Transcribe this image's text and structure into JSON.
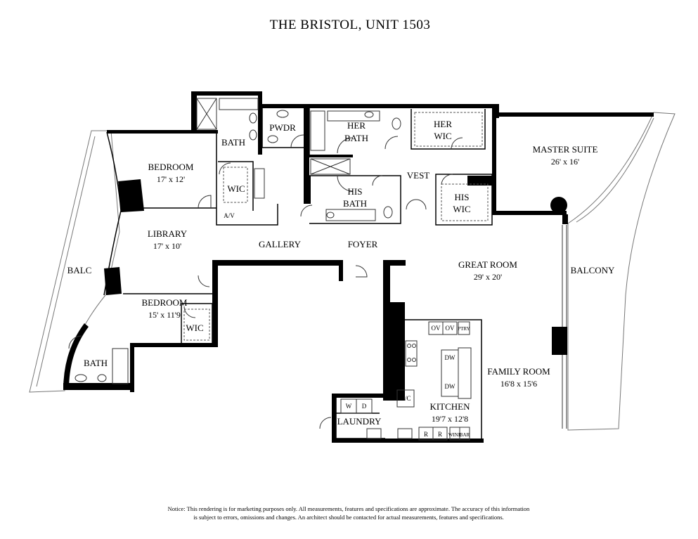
{
  "title": "THE BRISTOL,  UNIT 1503",
  "rooms": {
    "bedroom1": {
      "name": "BEDROOM",
      "dim": "17' x 12'"
    },
    "bath1": {
      "name": "BATH"
    },
    "wic1": {
      "name": "WIC"
    },
    "av": {
      "name": "A/V"
    },
    "pwdr": {
      "name": "PWDR"
    },
    "her_bath": {
      "name": "HER",
      "name2": "BATH"
    },
    "her_wic": {
      "name": "HER",
      "name2": "WIC"
    },
    "master": {
      "name": "MASTER SUITE",
      "dim": "26' x 16'"
    },
    "vest": {
      "name": "VEST"
    },
    "his_bath": {
      "name": "HIS",
      "name2": "BATH"
    },
    "his_wic": {
      "name": "HIS",
      "name2": "WIC"
    },
    "library": {
      "name": "LIBRARY",
      "dim": "17' x 10'"
    },
    "gallery": {
      "name": "GALLERY"
    },
    "foyer": {
      "name": "FOYER"
    },
    "great_room": {
      "name": "GREAT ROOM",
      "dim": "29' x 20'"
    },
    "balcony": {
      "name": "BALCONY"
    },
    "balc": {
      "name": "BALC"
    },
    "bedroom2": {
      "name": "BEDROOM",
      "dim": "15' x 11'9"
    },
    "wic2": {
      "name": "WIC"
    },
    "bath2": {
      "name": "BATH"
    },
    "family": {
      "name": "FAMILY ROOM",
      "dim": "16'8 x 15'6"
    },
    "kitchen": {
      "name": "KITCHEN",
      "dim": "19'7 x 12'8"
    },
    "laundry": {
      "name": "LAUNDRY"
    },
    "ac": {
      "name": "A/C"
    }
  },
  "appliances": {
    "ov1": "OV",
    "ov2": "OV",
    "pty": "PTRY",
    "dw1": "DW",
    "dw2": "DW",
    "w": "W",
    "d": "D",
    "r1": "R",
    "r2": "R",
    "wine": "WINE",
    "bar": "BAR"
  },
  "notice": {
    "line1": "Notice: This rendering is for marketing purposes only. All measurements, features and specifications are approximate. The accuracy of this information",
    "line2": "is subject to errors, omissions and changes. An architect should be contacted for actual measurements, features and specifications."
  }
}
